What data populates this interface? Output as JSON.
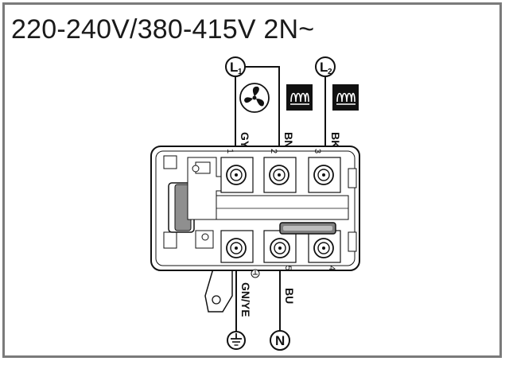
{
  "title": "220-240V/380-415V 2N~",
  "nodes": {
    "l1": {
      "letter": "L",
      "sub": "1"
    },
    "l2": {
      "letter": "L",
      "sub": "2"
    },
    "n": {
      "letter": "N"
    }
  },
  "icons": {
    "fan": "fan-icon",
    "heater_left": "heating-coil-icon",
    "heater_right": "heating-coil-icon",
    "ground": "ground-icon"
  },
  "wires": {
    "gy": "GY",
    "bn": "BN",
    "bk": "BK",
    "gnye": "GN/YE",
    "bu": "BU"
  },
  "terminals": {
    "t1": "1",
    "t2": "2",
    "t3": "3",
    "t4": "4",
    "t5": "5"
  }
}
